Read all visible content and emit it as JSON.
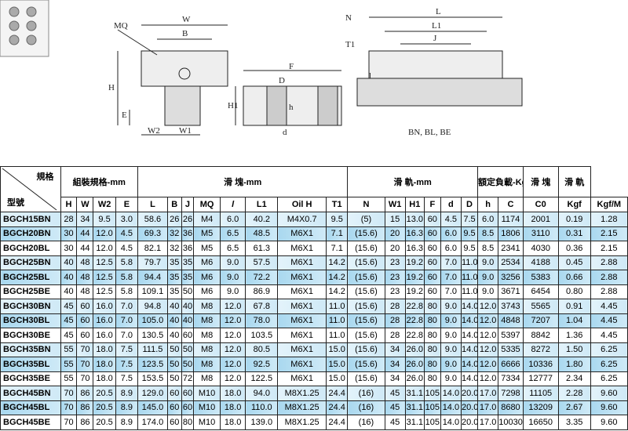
{
  "diagram": {
    "labels": {
      "W": "W",
      "B": "B",
      "MQ": "MQ",
      "H": "H",
      "E": "E",
      "W2": "W2",
      "W1": "W1",
      "F": "F",
      "D": "D",
      "d": "d",
      "H1": "H1",
      "h": "h",
      "T1": "T1",
      "N": "N",
      "L": "L",
      "L1": "L1",
      "J": "J",
      "l": "l",
      "variants": "BN, BL, BE"
    }
  },
  "table": {
    "corner_top": "規格",
    "corner_bottom": "型號",
    "groups": [
      "組裝規格-mm",
      "滑 塊-mm",
      "滑 軌-mm",
      "額定負載-Kgf",
      "滑 塊",
      "滑 軌"
    ],
    "columns": [
      "H",
      "W",
      "W2",
      "E",
      "L",
      "B",
      "J",
      "MQ",
      "l",
      "L1",
      "Oil H",
      "T1",
      "N",
      "W1",
      "H1",
      "F",
      "d",
      "D",
      "h",
      "C",
      "C0",
      "Kgf",
      "Kgf/M"
    ],
    "rows": [
      [
        "BGCH15BN",
        "28",
        "34",
        "9.5",
        "3.0",
        "58.6",
        "26",
        "26",
        "M4",
        "6.0",
        "40.2",
        "M4X0.7",
        "9.5",
        "(5)",
        "15",
        "13.0",
        "60",
        "4.5",
        "7.5",
        "6.0",
        "1174",
        "2001",
        "0.19",
        "1.28"
      ],
      [
        "BGCH20BN",
        "30",
        "44",
        "12.0",
        "4.5",
        "69.3",
        "32",
        "36",
        "M5",
        "6.5",
        "48.5",
        "M6X1",
        "7.1",
        "(15.6)",
        "20",
        "16.3",
        "60",
        "6.0",
        "9.5",
        "8.5",
        "1806",
        "3110",
        "0.31",
        "2.15"
      ],
      [
        "BGCH20BL",
        "30",
        "44",
        "12.0",
        "4.5",
        "82.1",
        "32",
        "36",
        "M5",
        "6.5",
        "61.3",
        "M6X1",
        "7.1",
        "(15.6)",
        "20",
        "16.3",
        "60",
        "6.0",
        "9.5",
        "8.5",
        "2341",
        "4030",
        "0.36",
        "2.15"
      ],
      [
        "BGCH25BN",
        "40",
        "48",
        "12.5",
        "5.8",
        "79.7",
        "35",
        "35",
        "M6",
        "9.0",
        "57.5",
        "M6X1",
        "14.2",
        "(15.6)",
        "23",
        "19.2",
        "60",
        "7.0",
        "11.0",
        "9.0",
        "2534",
        "4188",
        "0.45",
        "2.88"
      ],
      [
        "BGCH25BL",
        "40",
        "48",
        "12.5",
        "5.8",
        "94.4",
        "35",
        "35",
        "M6",
        "9.0",
        "72.2",
        "M6X1",
        "14.2",
        "(15.6)",
        "23",
        "19.2",
        "60",
        "7.0",
        "11.0",
        "9.0",
        "3256",
        "5383",
        "0.66",
        "2.88"
      ],
      [
        "BGCH25BE",
        "40",
        "48",
        "12.5",
        "5.8",
        "109.1",
        "35",
        "50",
        "M6",
        "9.0",
        "86.9",
        "M6X1",
        "14.2",
        "(15.6)",
        "23",
        "19.2",
        "60",
        "7.0",
        "11.0",
        "9.0",
        "3671",
        "6454",
        "0.80",
        "2.88"
      ],
      [
        "BGCH30BN",
        "45",
        "60",
        "16.0",
        "7.0",
        "94.8",
        "40",
        "40",
        "M8",
        "12.0",
        "67.8",
        "M6X1",
        "11.0",
        "(15.6)",
        "28",
        "22.8",
        "80",
        "9.0",
        "14.0",
        "12.0",
        "3743",
        "5565",
        "0.91",
        "4.45"
      ],
      [
        "BGCH30BL",
        "45",
        "60",
        "16.0",
        "7.0",
        "105.0",
        "40",
        "40",
        "M8",
        "12.0",
        "78.0",
        "M6X1",
        "11.0",
        "(15.6)",
        "28",
        "22.8",
        "80",
        "9.0",
        "14.0",
        "12.0",
        "4848",
        "7207",
        "1.04",
        "4.45"
      ],
      [
        "BGCH30BE",
        "45",
        "60",
        "16.0",
        "7.0",
        "130.5",
        "40",
        "60",
        "M8",
        "12.0",
        "103.5",
        "M6X1",
        "11.0",
        "(15.6)",
        "28",
        "22.8",
        "80",
        "9.0",
        "14.0",
        "12.0",
        "5397",
        "8842",
        "1.36",
        "4.45"
      ],
      [
        "BGCH35BN",
        "55",
        "70",
        "18.0",
        "7.5",
        "111.5",
        "50",
        "50",
        "M8",
        "12.0",
        "80.5",
        "M6X1",
        "15.0",
        "(15.6)",
        "34",
        "26.0",
        "80",
        "9.0",
        "14.0",
        "12.0",
        "5335",
        "8272",
        "1.50",
        "6.25"
      ],
      [
        "BGCH35BL",
        "55",
        "70",
        "18.0",
        "7.5",
        "123.5",
        "50",
        "50",
        "M8",
        "12.0",
        "92.5",
        "M6X1",
        "15.0",
        "(15.6)",
        "34",
        "26.0",
        "80",
        "9.0",
        "14.0",
        "12.0",
        "6666",
        "10336",
        "1.80",
        "6.25"
      ],
      [
        "BGCH35BE",
        "55",
        "70",
        "18.0",
        "7.5",
        "153.5",
        "50",
        "72",
        "M8",
        "12.0",
        "122.5",
        "M6X1",
        "15.0",
        "(15.6)",
        "34",
        "26.0",
        "80",
        "9.0",
        "14.0",
        "12.0",
        "7334",
        "12777",
        "2.34",
        "6.25"
      ],
      [
        "BGCH45BN",
        "70",
        "86",
        "20.5",
        "8.9",
        "129.0",
        "60",
        "60",
        "M10",
        "18.0",
        "94.0",
        "M8X1.25",
        "24.4",
        "(16)",
        "45",
        "31.1",
        "105",
        "14.0",
        "20.0",
        "17.0",
        "7298",
        "11105",
        "2.28",
        "9.60"
      ],
      [
        "BGCH45BL",
        "70",
        "86",
        "20.5",
        "8.9",
        "145.0",
        "60",
        "60",
        "M10",
        "18.0",
        "110.0",
        "M8X1.25",
        "24.4",
        "(16)",
        "45",
        "31.1",
        "105",
        "14.0",
        "20.0",
        "17.0",
        "8680",
        "13209",
        "2.67",
        "9.60"
      ],
      [
        "BGCH45BE",
        "70",
        "86",
        "20.5",
        "8.9",
        "174.0",
        "60",
        "80",
        "M10",
        "18.0",
        "139.0",
        "M8X1.25",
        "24.4",
        "(16)",
        "45",
        "31.1",
        "105",
        "14.0",
        "20.0",
        "17.0",
        "10030",
        "16650",
        "3.35",
        "9.60"
      ]
    ]
  }
}
